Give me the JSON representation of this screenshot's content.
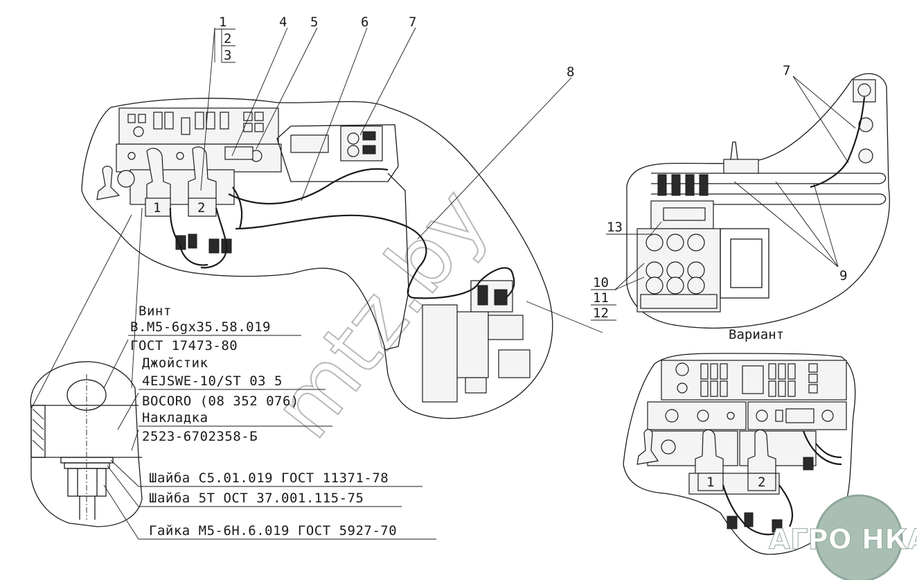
{
  "callouts": {
    "c1": "1",
    "c2": "2",
    "c3": "3",
    "c4": "4",
    "c5": "5",
    "c6": "6",
    "c7": "7",
    "c8": "8",
    "c7b": "7",
    "c9": "9",
    "c10": "10",
    "c11": "11",
    "c12": "12",
    "c13": "13"
  },
  "joystick_markers": {
    "left": "1",
    "right": "2",
    "variant_left": "1",
    "variant_right": "2"
  },
  "variant_label": "Вариант",
  "notes": {
    "screw_name": "Винт",
    "screw_spec": "В.М5-6gх35.58.019",
    "screw_std": "ГОСТ 17473-80",
    "joystick_name": "Джойстик",
    "joystick_model": "4EJSWE-10/ST 03 5",
    "joystick_code": "BOCORO (08 352 076)",
    "cover_name": "Накладка",
    "cover_code": "2523-6702358-Б",
    "washer1": "Шайба С5.01.019 ГОСТ 11371-78",
    "washer2": "Шайба 5Т ОСТ 37.001.115-75",
    "nut": "Гайка М5-6Н.6.019 ГОСТ 5927-70"
  },
  "watermark": "mtz.by",
  "badge": "АГРО НКА"
}
